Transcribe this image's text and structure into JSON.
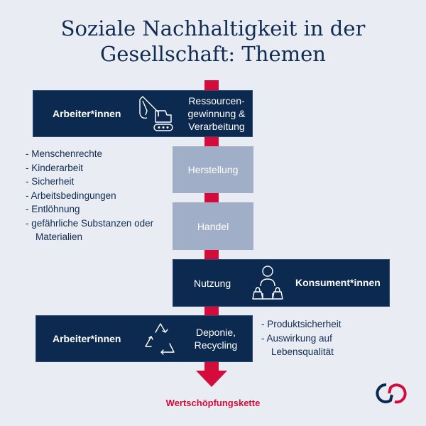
{
  "title": {
    "line1": "Soziale Nachhaltigkeit in der",
    "line2": "Gesellschaft: Themen"
  },
  "stages": [
    {
      "actor": "Arbeiter*innen",
      "icon": "excavator-icon",
      "label_lines": [
        "Ressourcen-",
        "gewinnung &",
        "Verarbeitung"
      ]
    },
    {
      "label": "Herstellung"
    },
    {
      "label": "Handel"
    },
    {
      "label": "Nutzung",
      "icon": "consumer-shopping-icon",
      "actor": "Konsument*innen"
    },
    {
      "actor": "Arbeiter*innen",
      "icon": "recycling-icon",
      "label_lines": [
        "Deponie,",
        "Recycling"
      ]
    }
  ],
  "worker_topics": [
    "Menschenrechte",
    "Kinderarbeit",
    "Sicherheit",
    "Arbeitsbedingungen",
    "Entlöhnung",
    "gefährliche Substanzen oder Materialien"
  ],
  "consumer_topics": [
    "Produktsicherheit",
    "Auswirkung auf Lebensqualität"
  ],
  "footer": "Wertschöpfungskette",
  "colors": {
    "navy": "#0c2a50",
    "light_box": "#a1aec7",
    "accent_red": "#d40c3c",
    "background": "#e9ecf2"
  }
}
